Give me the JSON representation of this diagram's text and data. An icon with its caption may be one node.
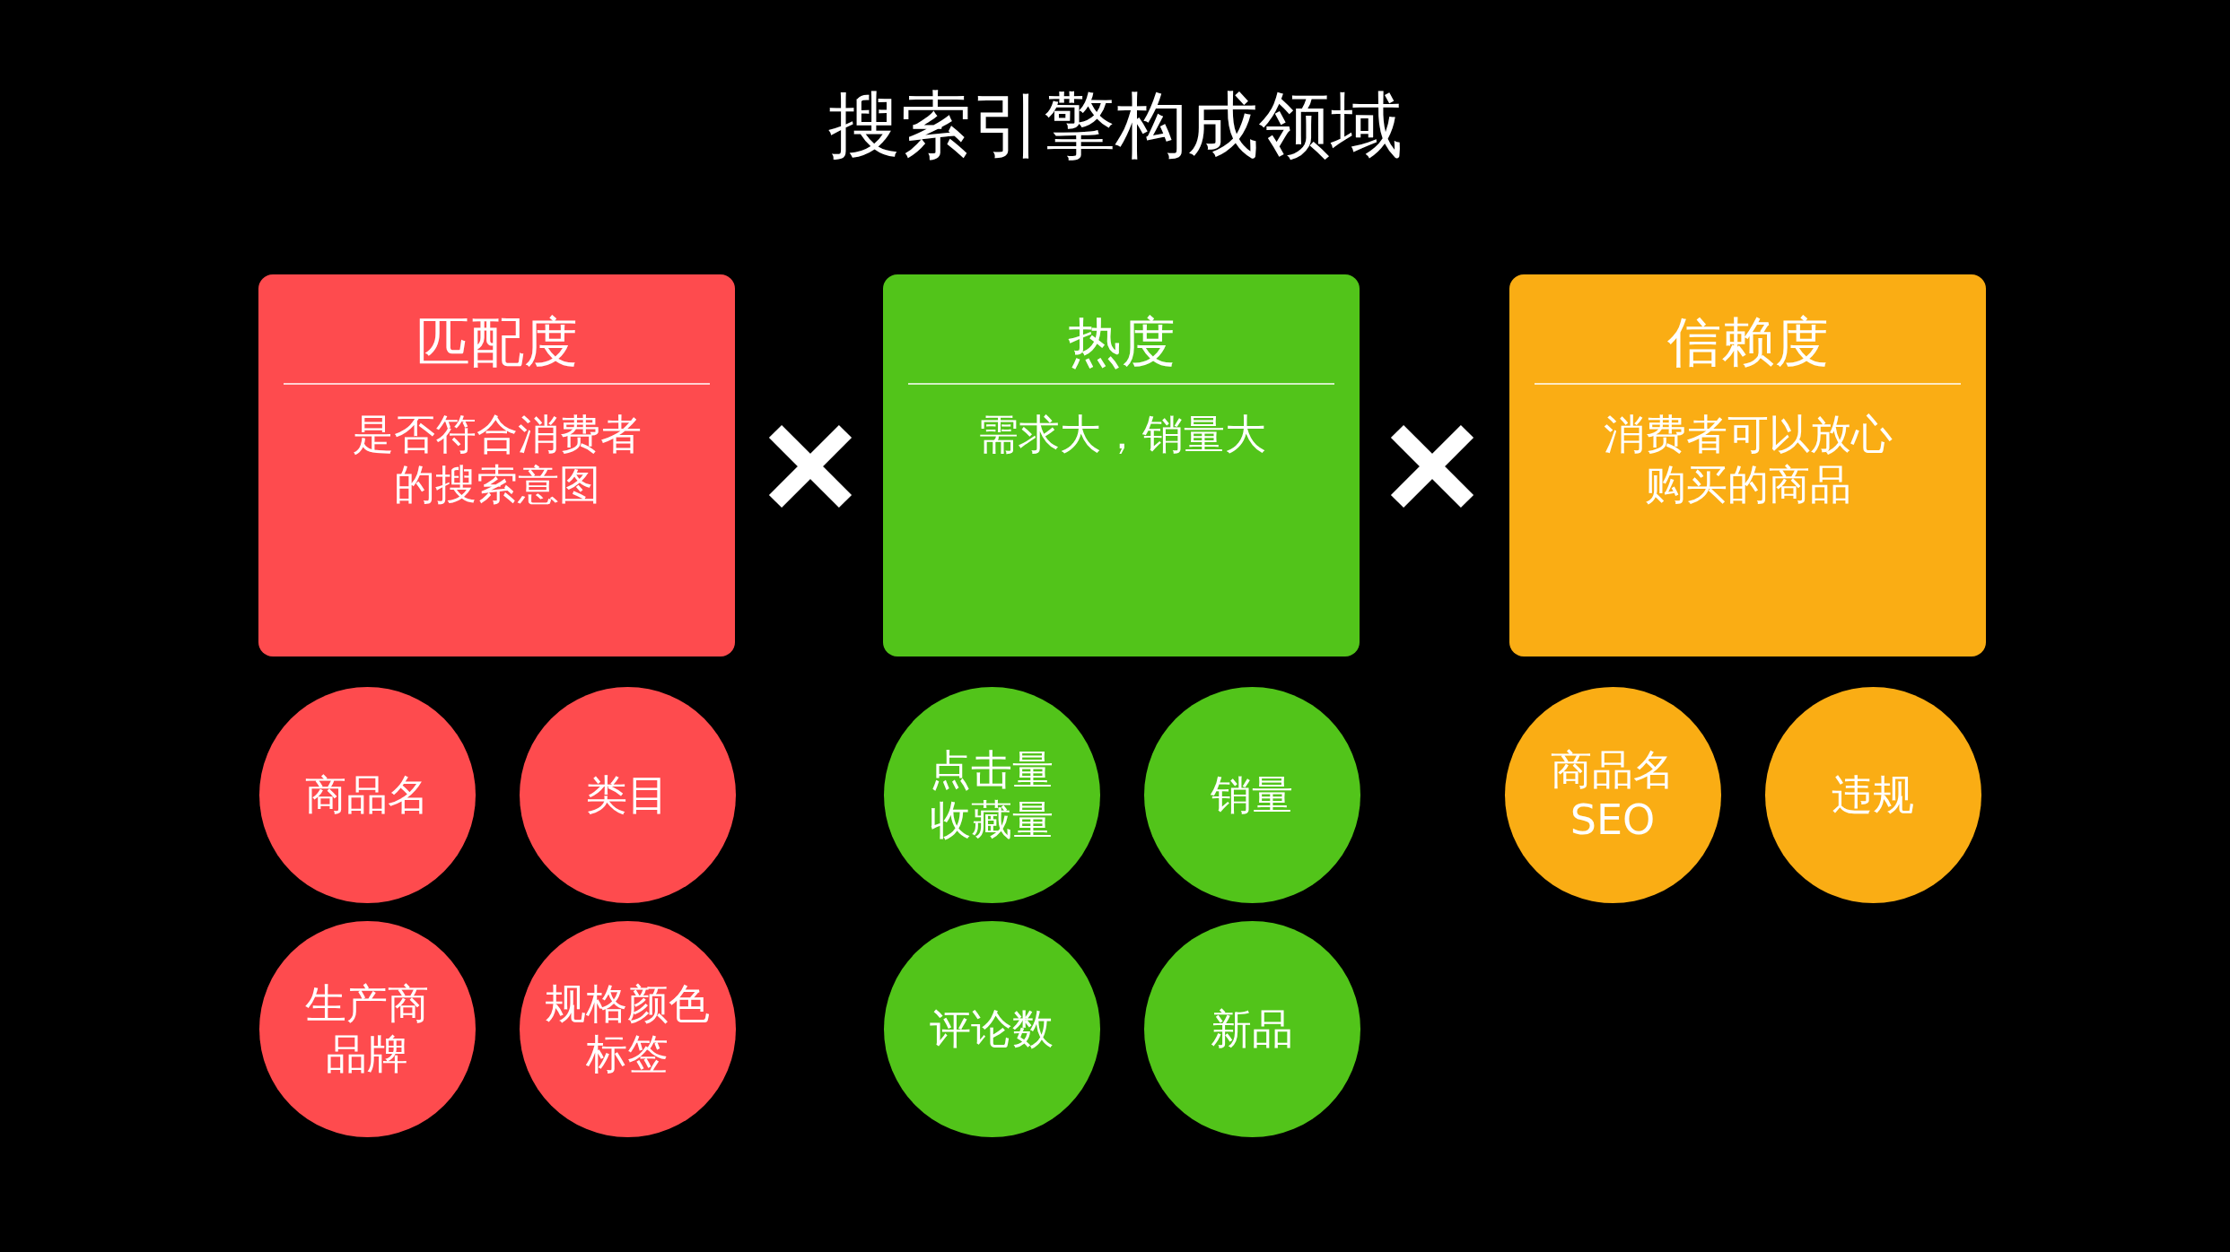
{
  "diagram": {
    "title": "搜索引擎构成领域",
    "nodes": [
      {
        "text": [
          "匹配度",
          "是否符合消费者的搜索意图"
        ]
      },
      {
        "text": [
          "热度",
          "需求大，销量大"
        ]
      },
      {
        "text": [
          "信赖度",
          "消费者可以放心购买的商品"
        ]
      },
      {
        "text": [
          "商品名"
        ]
      },
      {
        "text": [
          "类目"
        ]
      },
      {
        "text": [
          "生产商品牌"
        ]
      },
      {
        "text": [
          "规格颜色标签"
        ]
      },
      {
        "text": [
          "点击量收藏量"
        ]
      },
      {
        "text": [
          "销量"
        ]
      },
      {
        "text": [
          "评论数"
        ]
      },
      {
        "text": [
          "新品"
        ]
      },
      {
        "text": [
          "商品名SEO"
        ]
      },
      {
        "text": [
          "违规"
        ]
      }
    ]
  }
}
